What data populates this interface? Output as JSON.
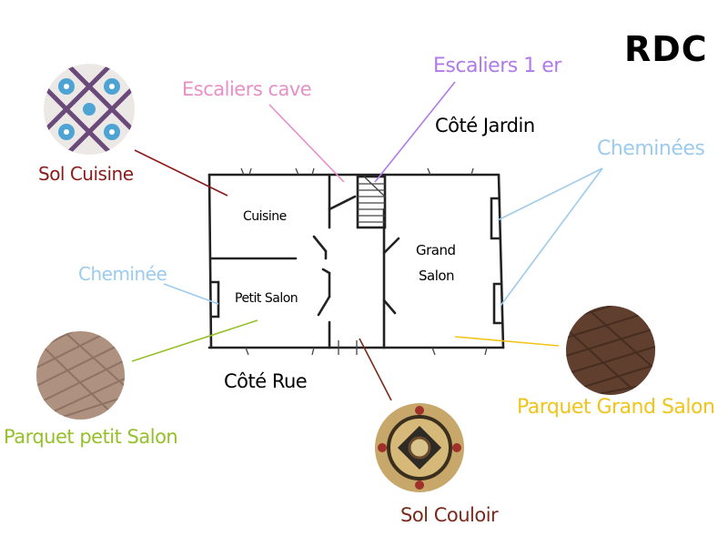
{
  "title": "RDC",
  "sides": {
    "garden": "Côté Jardin",
    "street": "Côté Rue"
  },
  "rooms": {
    "kitchen": "Cuisine",
    "small_salon": "Petit Salon",
    "grand_salon_line1": "Grand",
    "grand_salon_line2": "Salon"
  },
  "callouts": {
    "sol_cuisine": {
      "text": "Sol Cuisine",
      "color": "#8b1a1a"
    },
    "escaliers_cave": {
      "text": "Escaliers cave",
      "color": "#e88fc8"
    },
    "escaliers_1er": {
      "text": "Escaliers 1 er",
      "color": "#b07ae8"
    },
    "cheminees": {
      "text": "Cheminées",
      "color": "#9ccbee"
    },
    "cheminee": {
      "text": "Cheminée",
      "color": "#9ccbee"
    },
    "parquet_petit_salon": {
      "text": "Parquet petit Salon",
      "color": "#95c02a"
    },
    "parquet_grand_salon": {
      "text": "Parquet Grand Salon",
      "color": "#f0c419"
    },
    "sol_couloir": {
      "text": "Sol Couloir",
      "color": "#7a2a1a"
    }
  },
  "swatches": {
    "kitchen_tile": "tile-icon",
    "small_salon_parquet": "parquet-icon",
    "grand_salon_parquet": "dark-parquet-icon",
    "hallway_tile": "mosaic-tile-icon"
  }
}
